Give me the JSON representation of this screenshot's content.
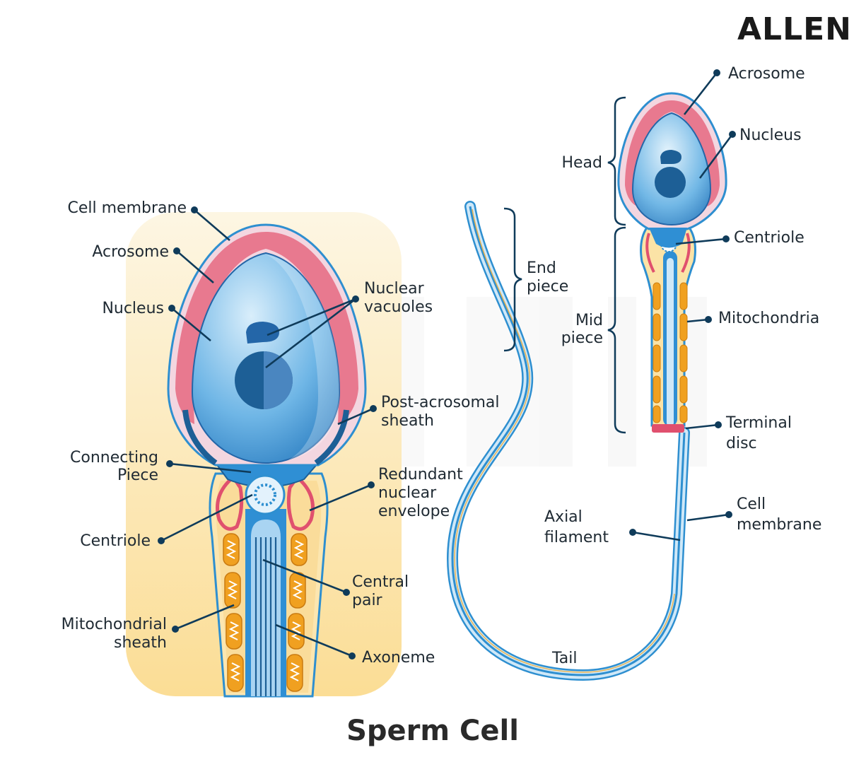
{
  "brand": "ALLEN",
  "title": "Sperm Cell",
  "colors": {
    "membrane": "#2e8fd0",
    "acrosome": "#e8798f",
    "nucleus": "#4a9fdc",
    "nucleus_dark": "#1d5f96",
    "mitochondria": "#f0a020",
    "midpiece_fill": "#fbe3a6",
    "panel_bg": "#fbe7b8",
    "leader": "#0f3b5a",
    "terminal_disc": "#e0506e"
  },
  "detailed_view": {
    "labels": {
      "cell_membrane": "Cell membrane",
      "acrosome": "Acrosome",
      "nucleus": "Nucleus",
      "nuclear_vacuoles_1": "Nuclear",
      "nuclear_vacuoles_2": "vacuoles",
      "post_acrosomal_1": "Post-acrosomal",
      "post_acrosomal_2": "sheath",
      "connecting_1": "Connecting",
      "connecting_2": "Piece",
      "redundant_1": "Redundant",
      "redundant_2": "nuclear",
      "redundant_3": "envelope",
      "centriole": "Centriole",
      "central_pair_1": "Central",
      "central_pair_2": "pair",
      "mito_sheath_1": "Mitochondrial",
      "mito_sheath_2": "sheath",
      "axoneme": "Axoneme"
    }
  },
  "whole_view": {
    "labels": {
      "acrosome": "Acrosome",
      "nucleus": "Nucleus",
      "head": "Head",
      "centriole": "Centriole",
      "end_piece_1": "End",
      "end_piece_2": "piece",
      "mid_piece_1": "Mid",
      "mid_piece_2": "piece",
      "mitochondria": "Mitochondria",
      "terminal_disc_1": "Terminal",
      "terminal_disc_2": "disc",
      "axial_filament_1": "Axial",
      "axial_filament_2": "filament",
      "cell_membrane_1": "Cell",
      "cell_membrane_2": "membrane",
      "tail": "Tail"
    }
  }
}
